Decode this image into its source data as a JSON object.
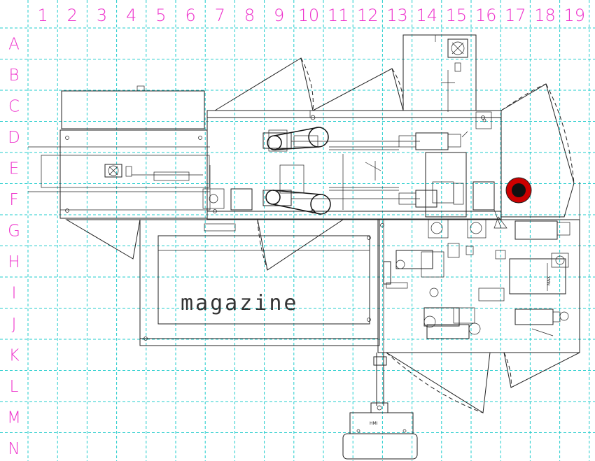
{
  "grid": {
    "columns": [
      "1",
      "2",
      "3",
      "4",
      "5",
      "6",
      "7",
      "8",
      "9",
      "10",
      "11",
      "12",
      "13",
      "14",
      "15",
      "16",
      "17",
      "18",
      "19"
    ],
    "rows": [
      "A",
      "B",
      "C",
      "D",
      "E",
      "F",
      "G",
      "H",
      "I",
      "J",
      "K",
      "L",
      "M",
      "N"
    ],
    "line_color": "#22cccc",
    "label_color": "#ee33cc"
  },
  "drawing": {
    "magazine_label": "magazine",
    "hmi_label": "HMI",
    "max_label": "MAX",
    "emergency_stop_color": "#cc0000"
  }
}
